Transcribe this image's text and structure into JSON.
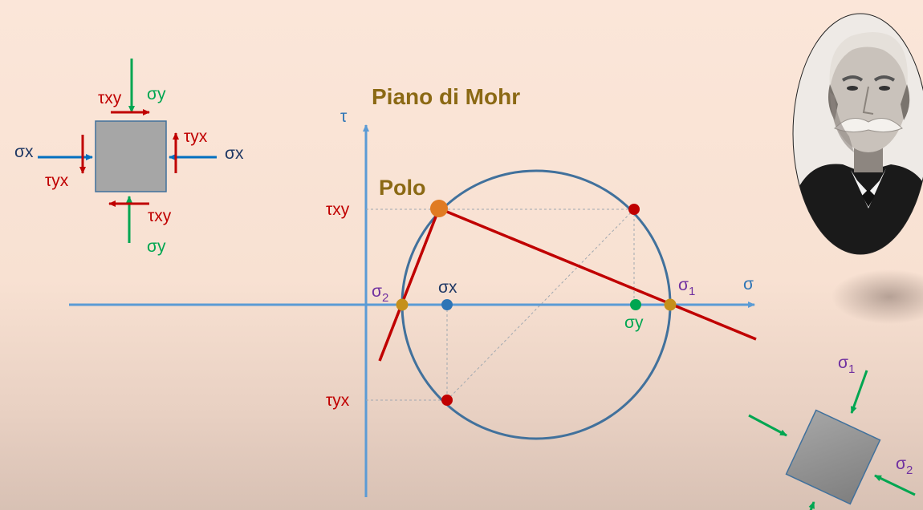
{
  "title": "Piano di Mohr",
  "pole_label": "Polo",
  "axes": {
    "tau": "τ",
    "sigma": "σ"
  },
  "circle_labels": {
    "txy": "τxy",
    "tyx": "τyx",
    "sx": "σx",
    "sy": "σy",
    "s1": "σ",
    "s1_sub": "1",
    "s2": "σ",
    "s2_sub": "2"
  },
  "element_labels": {
    "sx_left": "σx",
    "sx_right": "σx",
    "sy_top": "σy",
    "sy_bottom": "σy",
    "txy_top": "τxy",
    "txy_bottom": "τxy",
    "tyx_left": "τyx",
    "tyx_right": "τyx"
  },
  "principal_labels": {
    "s1": "σ",
    "s1_sub": "1",
    "s2": "σ",
    "s2_sub": "2"
  },
  "colors": {
    "axis": "#5b9bd5",
    "circle": "#41719c",
    "red": "#c00000",
    "green": "#00a651",
    "blue": "#0070c0",
    "purple": "#7030a0",
    "gold": "#c5901b",
    "pole": "#e07b22",
    "title": "#8b6914",
    "square": "#9a9a9a"
  }
}
